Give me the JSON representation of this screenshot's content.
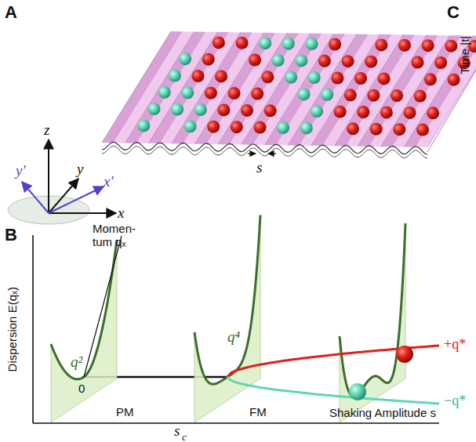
{
  "diagram": {
    "labels": [
      "A",
      "B",
      "C",
      "Time |t|",
      "z",
      "y",
      "y′",
      "x′",
      "x",
      "s",
      "Dispersion E(qₓ)",
      "Momen- tum qₓ",
      "q²",
      "0",
      "q⁴",
      "PM",
      "FM",
      "s",
      "c",
      "Shaking Amplitude s",
      "+q*",
      "−q*"
    ]
  }
}
